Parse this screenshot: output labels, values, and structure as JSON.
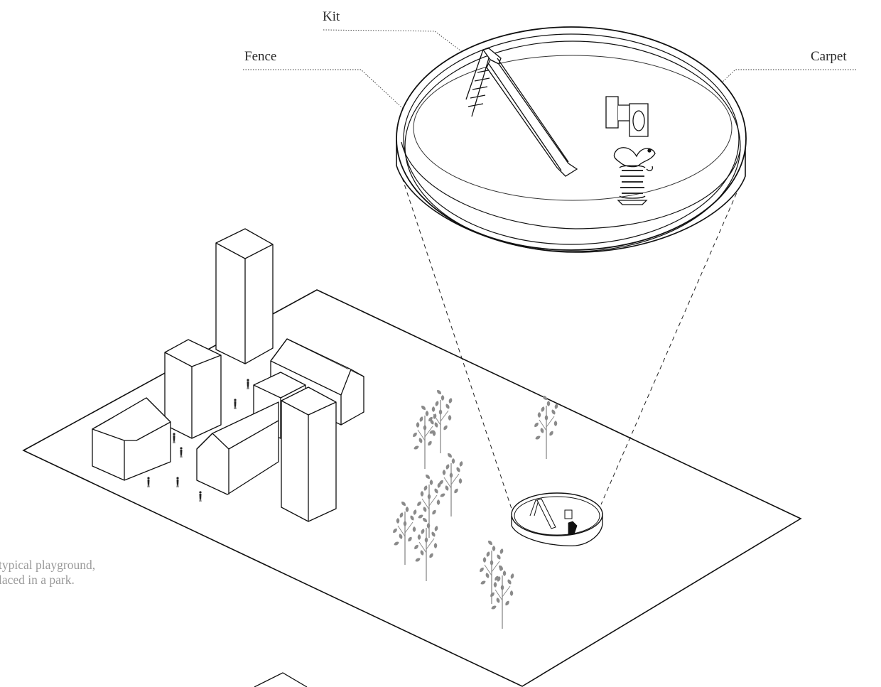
{
  "labels": {
    "kit": "Kit",
    "fence": "Fence",
    "carpet": "Carpet"
  },
  "caption": {
    "line1": "typical playground,",
    "line2": "laced in a park."
  },
  "colors": {
    "line": "#111111",
    "tree": "#8a8a8a",
    "caption": "#9a9a9a"
  }
}
